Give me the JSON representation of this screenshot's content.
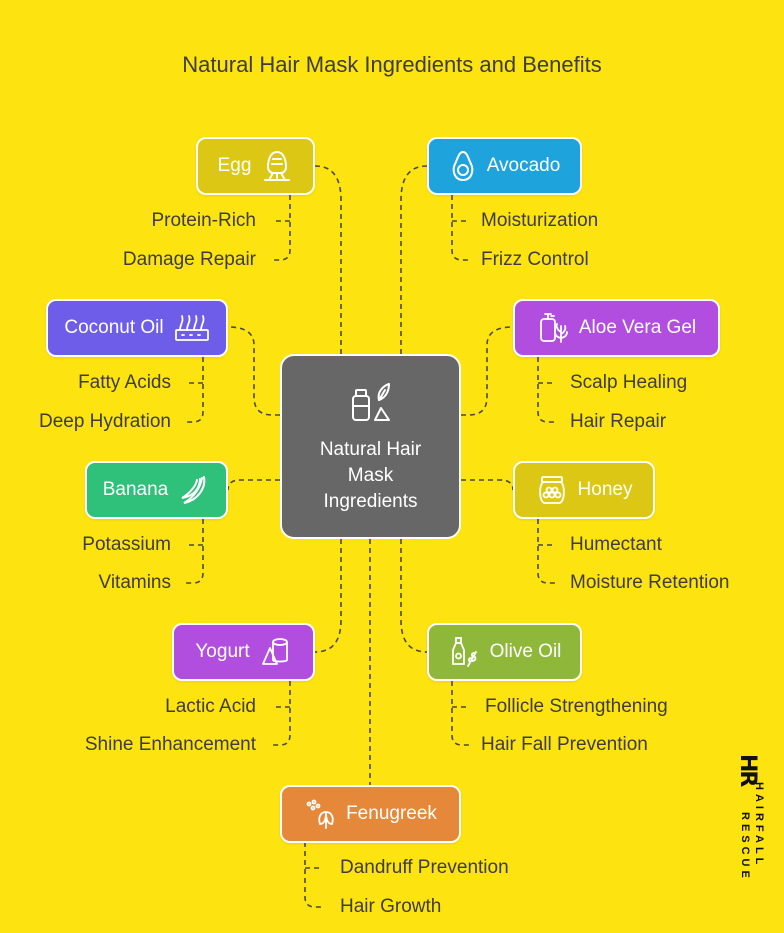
{
  "title": "Natural Hair Mask Ingredients and Benefits",
  "center": {
    "label": "Natural Hair Mask Ingredients",
    "icon": "bottles-leaf-icon"
  },
  "ingredients": {
    "egg": {
      "label": "Egg",
      "color": "#dcc814",
      "icon": "egg-icon",
      "benefits": [
        "Protein-Rich",
        "Damage Repair"
      ]
    },
    "avocado": {
      "label": "Avocado",
      "color": "#1fa3dc",
      "icon": "avocado-icon",
      "benefits": [
        "Moisturization",
        "Frizz Control"
      ]
    },
    "coconut_oil": {
      "label": "Coconut Oil",
      "color": "#6d5de8",
      "icon": "hair-strands-icon",
      "benefits": [
        "Fatty Acids",
        "Deep Hydration"
      ]
    },
    "aloe_vera_gel": {
      "label": "Aloe Vera Gel",
      "color": "#b14ee0",
      "icon": "aloe-bottle-icon",
      "benefits": [
        "Scalp Healing",
        "Hair Repair"
      ]
    },
    "banana": {
      "label": "Banana",
      "color": "#2fc07a",
      "icon": "banana-icon",
      "benefits": [
        "Potassium",
        "Vitamins"
      ]
    },
    "honey": {
      "label": "Honey",
      "color": "#dcc814",
      "icon": "honey-jar-icon",
      "benefits": [
        "Humectant",
        "Moisture Retention"
      ]
    },
    "yogurt": {
      "label": "Yogurt",
      "color": "#b14ee0",
      "icon": "yogurt-cup-icon",
      "benefits": [
        "Lactic Acid",
        "Shine Enhancement"
      ]
    },
    "olive_oil": {
      "label": "Olive Oil",
      "color": "#8fb83a",
      "icon": "olive-oil-bottle-icon",
      "benefits": [
        "Follicle Strengthening",
        "Hair Fall Prevention"
      ]
    },
    "fenugreek": {
      "label": "Fenugreek",
      "color": "#e5883a",
      "icon": "fenugreek-seeds-icon",
      "benefits": [
        "Dandruff Prevention",
        "Hair Growth"
      ]
    }
  },
  "logo": {
    "mark": "HR",
    "word1": "HAIRFALL",
    "word2": "RESCUE"
  }
}
